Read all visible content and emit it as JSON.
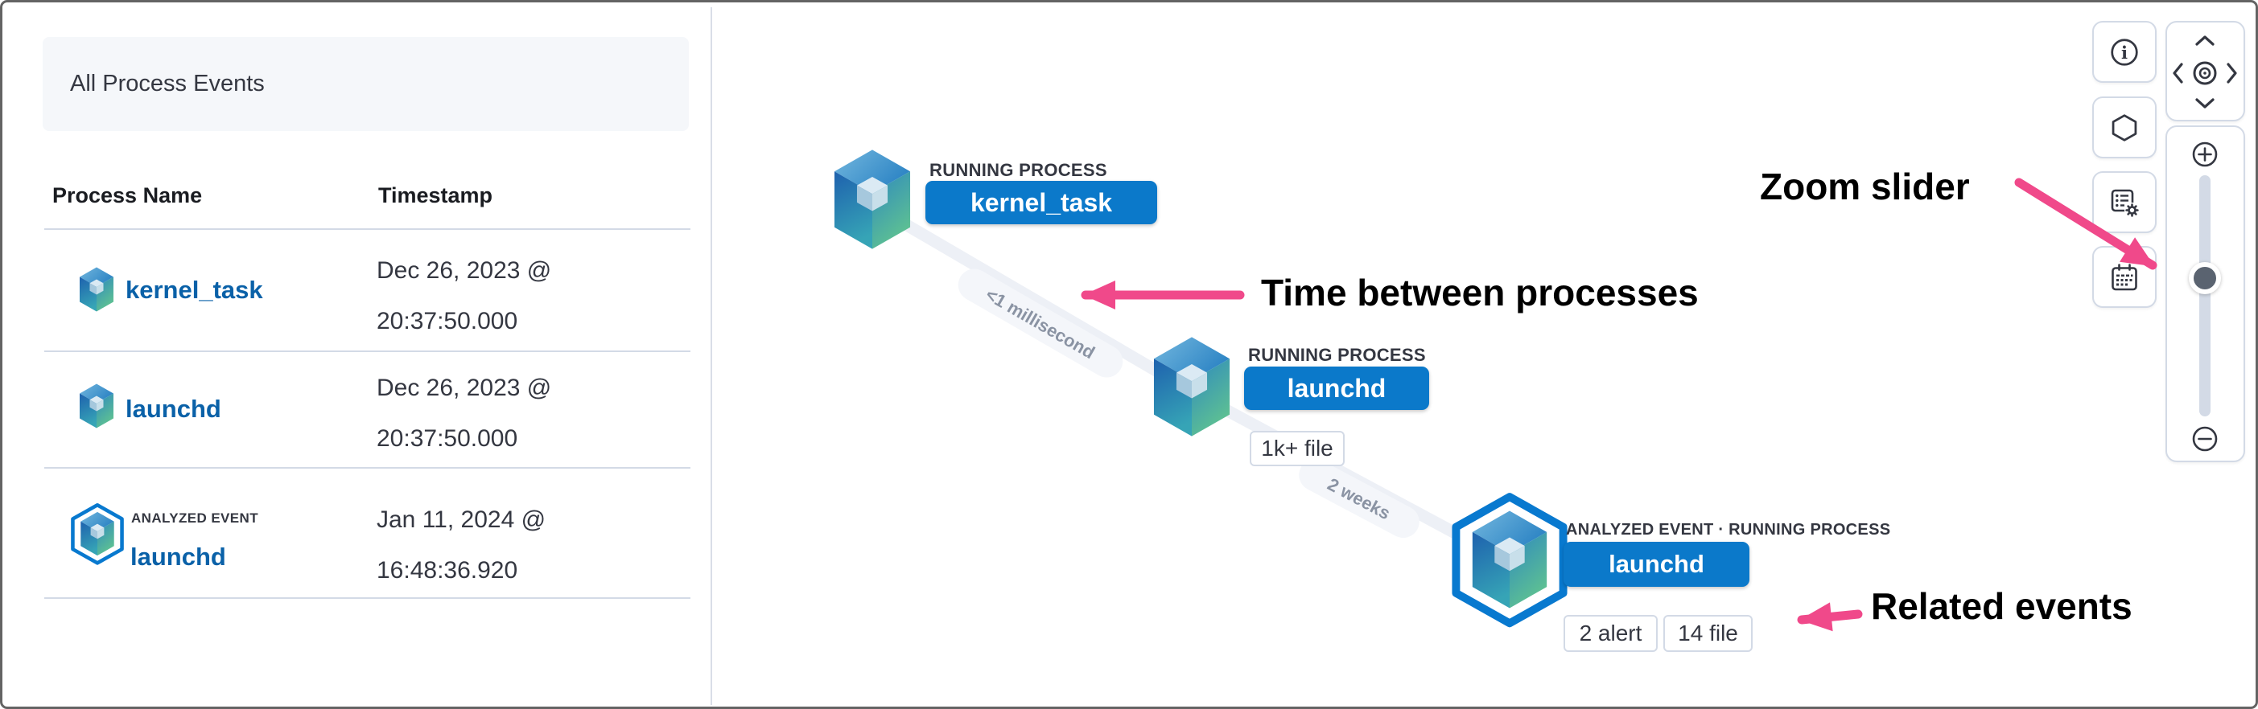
{
  "panel": {
    "title": "All Process Events",
    "columns": [
      "Process Name",
      "Timestamp"
    ],
    "rows": [
      {
        "name": "kernel_task",
        "ts_line1": "Dec 26, 2023 @",
        "ts_line2": "20:37:50.000"
      },
      {
        "name": "launchd",
        "ts_line1": "Dec 26, 2023 @",
        "ts_line2": "20:37:50.000"
      },
      {
        "badge": "ANALYZED EVENT",
        "name": "launchd",
        "ts_line1": "Jan 11, 2024 @",
        "ts_line2": "16:48:36.920"
      }
    ]
  },
  "graph": {
    "nodes": [
      {
        "type_label": "RUNNING PROCESS",
        "name": "kernel_task",
        "pills": []
      },
      {
        "type_label": "RUNNING PROCESS",
        "name": "launchd",
        "pills": [
          "1k+ file"
        ]
      },
      {
        "type_label": "ANALYZED EVENT · RUNNING PROCESS",
        "name": "launchd",
        "pills": [
          "2 alert",
          "14 file"
        ]
      }
    ],
    "edges": [
      {
        "label": "<1 millisecond"
      },
      {
        "label": "2 weeks"
      }
    ]
  },
  "annotations": {
    "time_between": "Time between processes",
    "zoom_slider": "Zoom slider",
    "related_events": "Related events"
  },
  "colors": {
    "accent_blue": "#0B79CA",
    "link_blue": "#0A61A8",
    "annotation_pink": "#F0498A",
    "edge_gray": "#EDF0F6",
    "border_gray": "#D3DAE6"
  }
}
